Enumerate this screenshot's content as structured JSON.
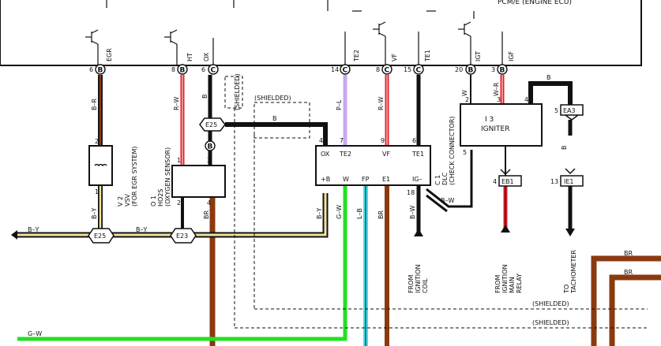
{
  "ecu": {
    "title": "PCM/E (ENGINE ECU)"
  },
  "ecu_terminals": [
    {
      "name": "EGR",
      "pin": "6",
      "connector": "B"
    },
    {
      "name": "HT",
      "pin": "8",
      "connector": "B"
    },
    {
      "name": "OX",
      "pin": "6",
      "connector": "C"
    },
    {
      "name": "TE2",
      "pin": "14",
      "connector": "C"
    },
    {
      "name": "VF",
      "pin": "8",
      "connector": "C"
    },
    {
      "name": "TE1",
      "pin": "15",
      "connector": "C"
    },
    {
      "name": "IGT",
      "pin": "20",
      "connector": "B"
    },
    {
      "name": "IGF",
      "pin": "3",
      "connector": "B"
    }
  ],
  "wire_labels": {
    "egr_wire": "B–R",
    "ht_wire": "R–W",
    "ox_shield": "B",
    "shielded_ox": "(SHIELDED)",
    "te2_wire": "P–L",
    "vf_wire": "R–W",
    "b_top": "B",
    "shielded_mid": "(SHIELDED)",
    "igt_wire": "W",
    "igf_wire": "W–R",
    "igniter_b": "B",
    "vsv_by": "B–Y",
    "b_y_left": "B–Y",
    "b_y_mid": "B–Y",
    "hozs_br": "BR",
    "dlc_by": "B–Y",
    "dlc_gw": "G–W",
    "dlc_lb": "L–B",
    "dlc_br": "BR",
    "dlc_bw": "B–W",
    "dlc_bw2": "B–W",
    "g_w_left": "G–W",
    "br_right1": "BR",
    "br_right2": "BR",
    "shielded_b1": "(SHIELDED)",
    "shielded_b2": "(SHIELDED)",
    "b_mid": "B"
  },
  "components": {
    "vsv": {
      "id": "V 2",
      "name": "VSV",
      "desc": "(FOR EGR SYSTEM)"
    },
    "hozs": {
      "id": "O 1",
      "name": "HO2S",
      "desc": "(OXYGEN SENSOR)"
    },
    "dlc": {
      "id": "C 1",
      "name": "DLC",
      "desc": "(CHECK CONNECTOR)",
      "top_pins": [
        "OX",
        "TE2",
        "VF",
        "TE1"
      ],
      "bottom_pins": [
        "+B",
        "W",
        "FP",
        "E1",
        "IG–"
      ]
    },
    "igniter": {
      "id": "I 3",
      "name": "IGNITER"
    }
  },
  "connectors": {
    "e25_a": "E25",
    "e25_b": "E25",
    "e23": "E23",
    "ea3": "EA3",
    "eb1": "EB1",
    "ie1": "IE1"
  },
  "pin_numbers": {
    "vsv_top": "2",
    "vsv_bot": "1",
    "hozs_t1": "1",
    "hozs_t3": "3",
    "hozs_b2": "2",
    "hozs_b4": "4",
    "e25_b": "B",
    "dlc_ox": "4",
    "dlc_te2": "7",
    "dlc_vf": "9",
    "dlc_te1": "6",
    "dlc_18": "18",
    "ign_2": "2",
    "ign_3": "3",
    "ign_4": "4",
    "ign_5": "5",
    "ea3": "5",
    "eb1": "4",
    "ie1": "13"
  },
  "notes": {
    "from_coil": [
      "FROM",
      "IGNITION",
      "COIL"
    ],
    "from_relay": [
      "FROM",
      "IGNITION",
      "MAIN",
      "RELAY"
    ],
    "to_tach": [
      "TO",
      "TACHOMETER"
    ]
  },
  "colors": {
    "black": "#111111",
    "brown": "#8b3a10",
    "red": "#e0202a",
    "green": "#22e022",
    "cyan": "#3fe0f0",
    "violet": "#c8a8f0",
    "yellow": "#f2e2a0",
    "white": "#ffffff"
  }
}
